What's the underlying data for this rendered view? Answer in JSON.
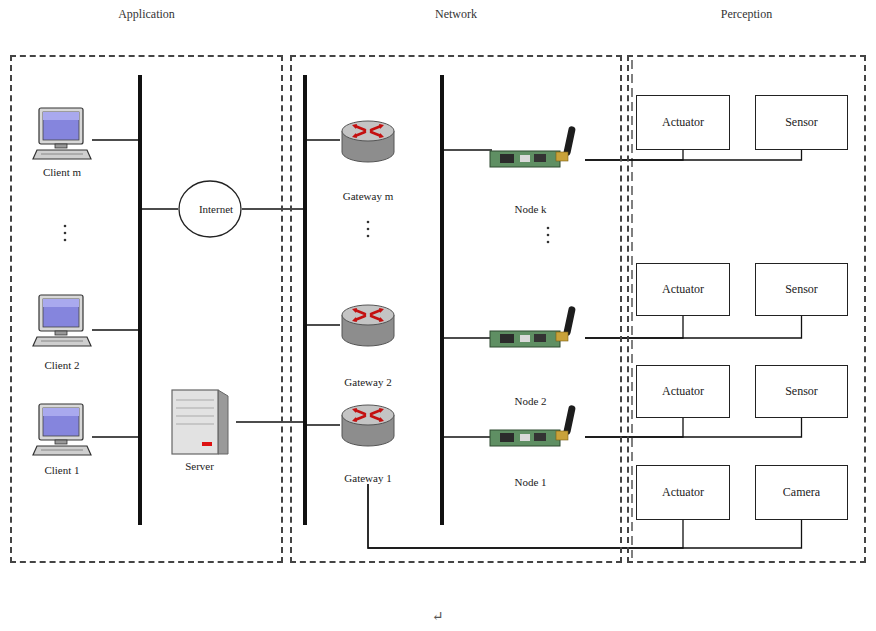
{
  "diagram": {
    "nodes": [
      {
        "text": [
          "Application"
        ]
      },
      {
        "text": [
          "Network"
        ]
      },
      {
        "text": [
          "Perception"
        ]
      },
      {
        "text": [
          "Client m"
        ],
        "in": 0
      },
      {
        "text": [
          "Internet"
        ],
        "in": 0
      },
      {
        "text": [
          "Client 2"
        ],
        "in": 0
      },
      {
        "text": [
          "Client 1"
        ],
        "in": 0
      },
      {
        "text": [
          "Server"
        ],
        "in": 0
      },
      {
        "text": [
          "Gateway m"
        ],
        "in": 1
      },
      {
        "text": [
          "Node k"
        ],
        "in": 1
      },
      {
        "text": [
          "Gateway 2"
        ],
        "in": 1
      },
      {
        "text": [
          "Node 2"
        ],
        "in": 1
      },
      {
        "text": [
          "Gateway 1"
        ],
        "in": 1
      },
      {
        "text": [
          "Node 1"
        ],
        "in": 1
      },
      {
        "text": [
          "Actuator"
        ],
        "in": 2
      },
      {
        "text": [
          "Sensor"
        ],
        "in": 2
      },
      {
        "text": [
          "Actuator"
        ],
        "in": 2
      },
      {
        "text": [
          "Sensor"
        ],
        "in": 2
      },
      {
        "text": [
          "Actuator"
        ],
        "in": 2
      },
      {
        "text": [
          "Sensor"
        ],
        "in": 2
      },
      {
        "text": [
          "Actuator"
        ],
        "in": 2
      },
      {
        "text": [
          "Camera"
        ],
        "in": 2
      }
    ],
    "edges": [
      {
        "from": 9,
        "to": 14,
        "arrow": "none"
      },
      {
        "from": 9,
        "to": 15,
        "arrow": "none"
      },
      {
        "from": 11,
        "to": 16,
        "arrow": "none"
      },
      {
        "from": 11,
        "to": 17,
        "arrow": "none"
      },
      {
        "from": 13,
        "to": 18,
        "arrow": "none"
      },
      {
        "from": 13,
        "to": 19,
        "arrow": "none"
      },
      {
        "from": 12,
        "to": 20,
        "arrow": "none"
      },
      {
        "from": 12,
        "to": 21,
        "arrow": "none"
      }
    ],
    "labels": [
      "↵"
    ]
  }
}
